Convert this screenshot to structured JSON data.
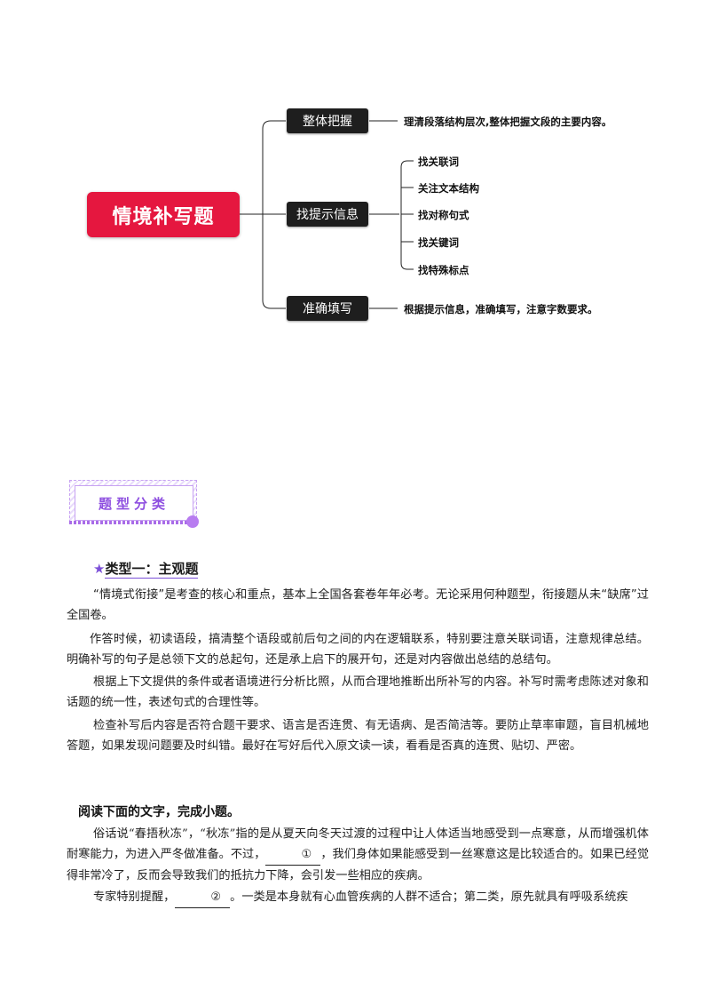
{
  "mindmap": {
    "root": "情境补写题",
    "nodes": [
      {
        "label": "整体把握",
        "detail": "理清段落结构层次,整体把握文段的主要内容。"
      },
      {
        "label": "找提示信息",
        "children": [
          "找关联词",
          "关注文本结构",
          "找对称句式",
          "找关键词",
          "找特殊标点"
        ]
      },
      {
        "label": "准确填写",
        "detail": "根据提示信息，准确填写，注意字数要求。"
      }
    ]
  },
  "section_tag": "题型分类",
  "type1": {
    "star": "★",
    "title": "类型一：主观题"
  },
  "paragraphs": [
    "“情境式衔接”是考查的核心和重点，基本上全国各套卷年年必考。无论采用何种题型，衔接题从未“缺席”过全国卷。",
    "作答时候，初读语段，搞清整个语段或前后句之间的内在逻辑联系，特别要注意关联词语，注意规律总结。明确补写的句子是总领下文的总起句，还是承上启下的展开句，还是对内容做出总结的总结句。",
    "根据上下文提供的条件或者语境进行分析比照，从而合理地推断出所补写的内容。补写时需考虑陈述对象和话题的统一性，表述句式的合理性等。",
    "检查补写后内容是否符合题干要求、语言是否连贯、有无语病、是否简洁等。要防止草率审题，盲目机械地答题，如果发现问题要及时纠错。最好在写好后代入原文读一读，看看是否真的连贯、贴切、严密。"
  ],
  "reading": {
    "heading": "阅读下面的文字，完成小题。",
    "p1_a": "俗话说“春捂秋冻”，“秋冻”指的是从夏天向冬天过渡的过程中让人体适当地感受到一点寒意，从而增强机体耐寒能力，为进入严冬做准备。不过，",
    "blank1": "①",
    "p1_b": "，我们身体如果能感受到一丝寒意这是比较适合的。如果已经觉得非常冷了，反而会导致我们的抵抗力下降，会引发一些相应的疾病。",
    "p2_a": "专家特别提醒，",
    "blank2": "②",
    "p2_b": "。一类是本身就有心血管疾病的人群不适合；第二类，原先就具有呼吸系统疾"
  }
}
